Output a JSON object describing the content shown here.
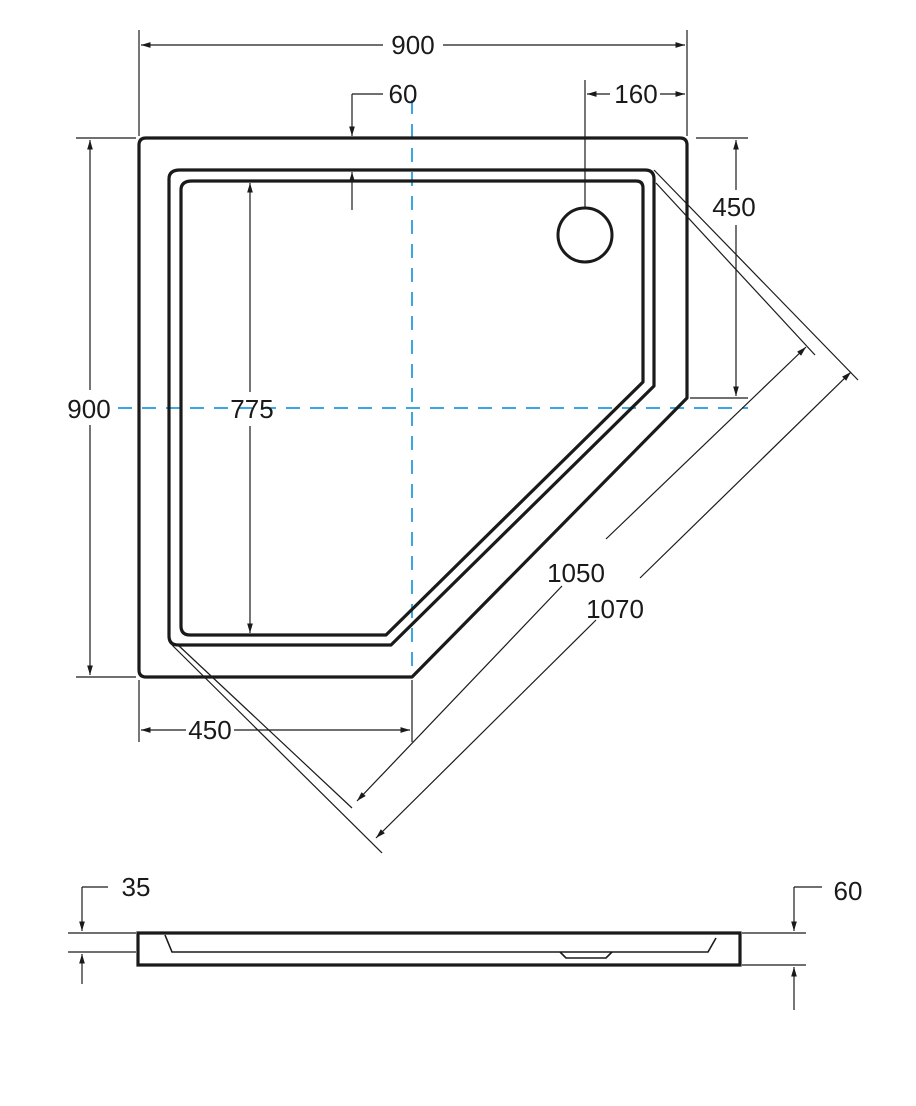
{
  "plan_view": {
    "dims": {
      "overall_width": "900",
      "overall_depth": "900",
      "rim_width": "60",
      "drain_offset": "160",
      "side_right": "450",
      "inner_depth": "775",
      "front_inner": "1050",
      "front_outer": "1070",
      "side_bottom": "450"
    }
  },
  "section_view": {
    "dims": {
      "left_height": "35",
      "right_height": "60"
    }
  },
  "colors": {
    "line": "#1a1a1a",
    "axis": "#3aa7e0",
    "background": "#ffffff"
  }
}
